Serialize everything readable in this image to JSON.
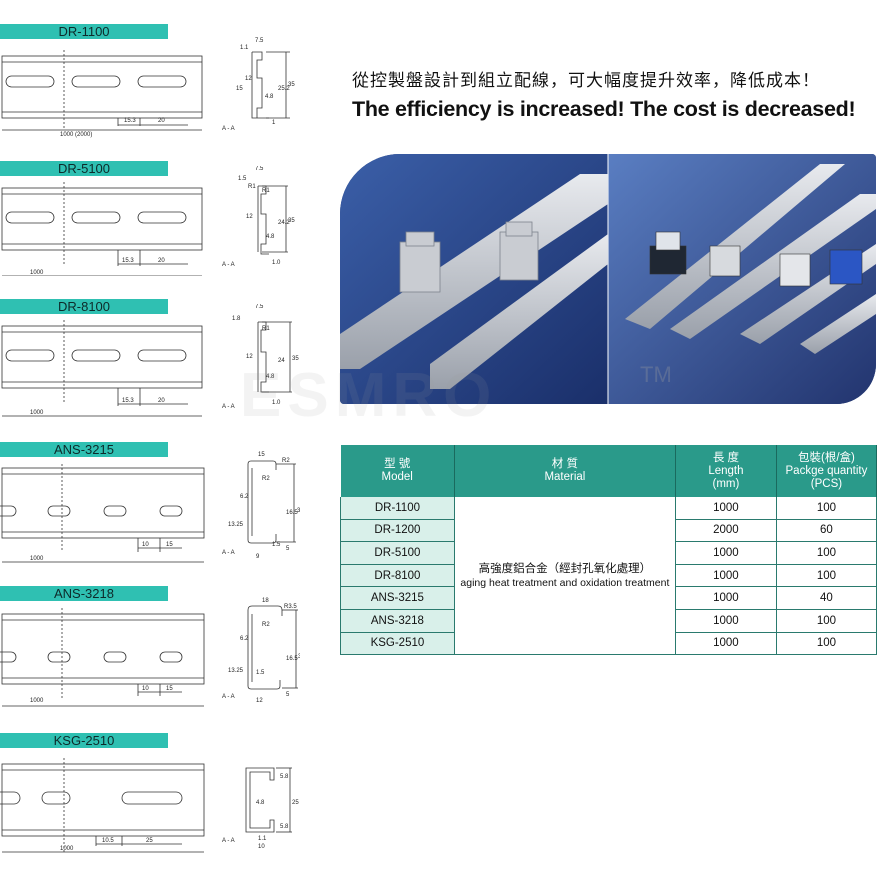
{
  "headline": {
    "chinese": "從控製盤設計到組立配線，可大幅度提升效率，降低成本！",
    "english": "The efficiency is increased! The cost is decreased!"
  },
  "watermark": {
    "brand": "ESMRO",
    "tm": "TM"
  },
  "section_label": "A - A",
  "rails": [
    {
      "name": "DR-1100",
      "length": "1000 (2000)",
      "pitch": "15.3",
      "slot": "20",
      "profile": [
        "7.5",
        "1.1",
        "35",
        "25.2",
        "15",
        "12",
        "4.8",
        "1"
      ]
    },
    {
      "name": "DR-5100",
      "length": "1000",
      "pitch": "15.3",
      "slot": "20",
      "profile": [
        "7.5",
        "1.5",
        "R1",
        "R1",
        "35",
        "24.2",
        "12",
        "4.8",
        "1.0"
      ]
    },
    {
      "name": "DR-8100",
      "length": "1000",
      "pitch": "15.3",
      "slot": "20",
      "profile": [
        "7.5",
        "1.8",
        "R1",
        "35",
        "24",
        "12",
        "4.8",
        "1.0"
      ]
    },
    {
      "name": "ANS-3215",
      "length": "1000",
      "pitch": "10",
      "slot": "15",
      "profile": [
        "15",
        "R2",
        "R2",
        "6.2",
        "16.5",
        "32",
        "13.25",
        "1.5",
        "5",
        "9"
      ]
    },
    {
      "name": "ANS-3218",
      "length": "1000",
      "pitch": "10",
      "slot": "15",
      "profile": [
        "18",
        "R3.5",
        "R2",
        "6.2",
        "16.5",
        "32",
        "13.25",
        "1.5",
        "5",
        "12"
      ]
    },
    {
      "name": "KSG-2510",
      "length": "1000",
      "pitch": "10.5",
      "slot": "25",
      "profile": [
        "5.8",
        "4.8",
        "25",
        "5.8",
        "1.1",
        "10"
      ]
    }
  ],
  "table": {
    "headers": {
      "model_cn": "型 號",
      "model_en": "Model",
      "material_cn": "材 質",
      "material_en": "Material",
      "length_cn": "長 度",
      "length_en": "Length",
      "length_unit": "(mm)",
      "pack_cn": "包裝(根/盒)",
      "pack_en": "Packge quantity",
      "pack_unit": "(PCS)"
    },
    "material_cn": "高強度鋁合金（經封孔氧化處理）",
    "material_en": "aging heat treatment and oxidation treatment",
    "rows": [
      {
        "model": "DR-1100",
        "length": "1000",
        "qty": "100"
      },
      {
        "model": "DR-1200",
        "length": "2000",
        "qty": "60"
      },
      {
        "model": "DR-5100",
        "length": "1000",
        "qty": "100"
      },
      {
        "model": "DR-8100",
        "length": "1000",
        "qty": "100"
      },
      {
        "model": "ANS-3215",
        "length": "1000",
        "qty": "40"
      },
      {
        "model": "ANS-3218",
        "length": "1000",
        "qty": "100"
      },
      {
        "model": "KSG-2510",
        "length": "1000",
        "qty": "100"
      }
    ]
  }
}
